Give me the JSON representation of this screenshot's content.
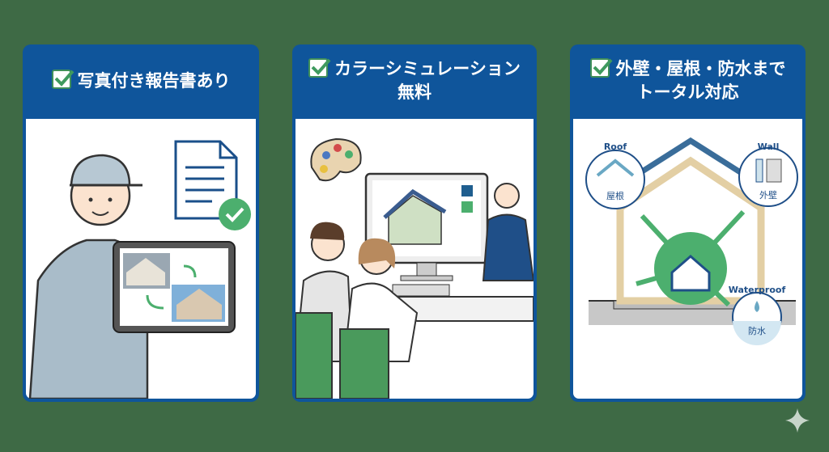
{
  "cards": [
    {
      "title": "写真付き報告書あり"
    },
    {
      "title_line1": "カラーシミュレーション",
      "title_line2": "無料"
    },
    {
      "title_line1": "外壁・屋根・防水まで",
      "title_line2": "トータル対応",
      "labels": {
        "roof_en": "Roof",
        "roof_jp": "屋根",
        "wall_en": "Wall",
        "wall_jp": "外壁",
        "waterproof_en": "Waterproof",
        "waterproof_jp": "防水"
      }
    }
  ],
  "colors": {
    "background": "#3e6a45",
    "header": "#0f559b",
    "accent_green": "#4caf6e"
  }
}
